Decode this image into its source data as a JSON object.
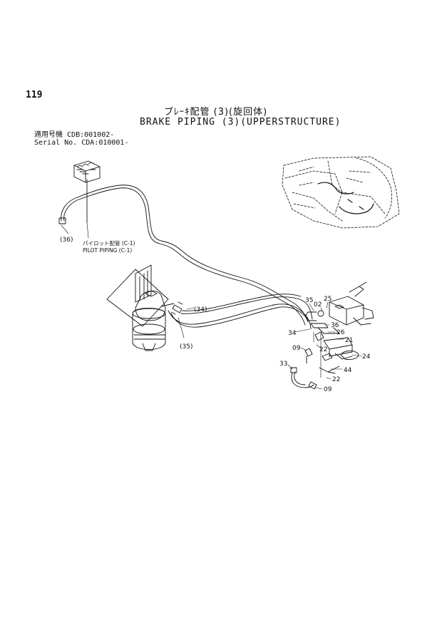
{
  "page_number": "119",
  "title_ja": "ブﾚｰｷ配管 (3)(旋回体)",
  "title_en": "BRAKE PIPING (3)(UPPERSTRUCTURE)",
  "serial": {
    "line1_label": "適用号機",
    "line1_value": "CDB:001002-",
    "line2_label": "Serial No.",
    "line2_value": "CDA:010001-"
  },
  "notes": {
    "pilot_ja": "パイロット配管 (C-1)",
    "pilot_en": "PILOT PIPING (C-1)"
  },
  "callouts": {
    "c36p": "(36)",
    "c34p": "(34)",
    "c35p": "(35)",
    "c35": "35",
    "c25": "25",
    "c02": "02",
    "c36": "36",
    "c34": "34",
    "c26": "26",
    "c21": "21",
    "c09a": "09",
    "c22a": "22",
    "c24": "24",
    "c33": "33",
    "c44": "44",
    "c22b": "22",
    "c09b": "09"
  }
}
